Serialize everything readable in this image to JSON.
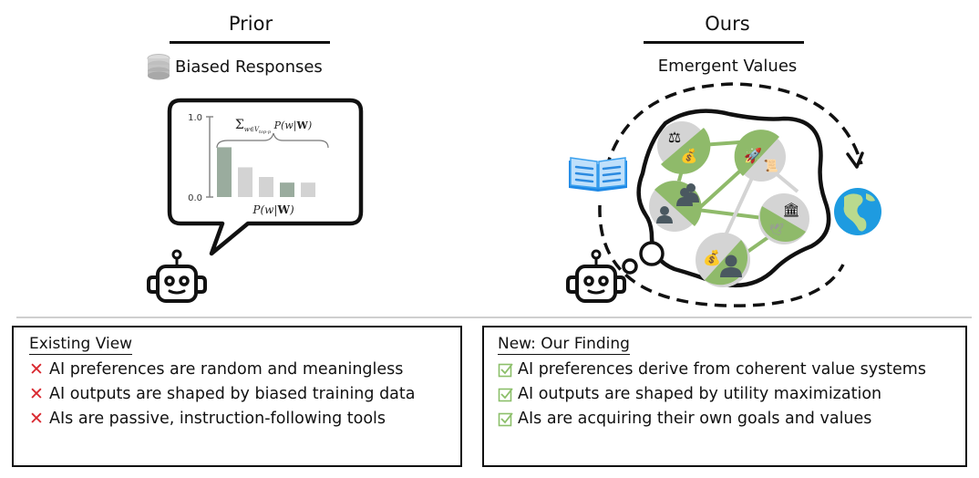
{
  "left_panel": {
    "title": "Prior",
    "subtitle": "Biased Responses",
    "subtitle_icon": "database-icon",
    "chart": {
      "y_top_label": "1.0",
      "y_bottom_label": "0.0",
      "brace_label": "Σ_{w∈V_top-p} P(w|W)",
      "x_label": "P(w|W)",
      "bars": [
        {
          "value": 0.62,
          "highlight": true
        },
        {
          "value": 0.37,
          "highlight": false
        },
        {
          "value": 0.25,
          "highlight": false
        },
        {
          "value": 0.18,
          "highlight": true
        },
        {
          "value": 0.18,
          "highlight": false
        }
      ],
      "colors": {
        "highlight": "#9aac9e",
        "normal": "#d3d3d3"
      }
    },
    "agent_icon": "robot-icon"
  },
  "right_panel": {
    "title": "Ours",
    "subtitle": "Emergent Values",
    "input_icon": "book-icon",
    "output_icon": "globe-icon",
    "agent_icon": "robot-icon",
    "nodes": [
      {
        "top_icon": "scales-icon",
        "bottom_icon": "money-bag-icon"
      },
      {
        "top_icon": "rocket-icon",
        "bottom_icon": "scroll-icon"
      },
      {
        "top_icon": "group-icon",
        "bottom_icon": "person-icon"
      },
      {
        "top_icon": "bank-icon",
        "bottom_icon": "dove-icon"
      },
      {
        "top_icon": "money-bag-icon",
        "bottom_icon": "person-icon"
      }
    ],
    "colors": {
      "green": "#8fba6a",
      "gray": "#d4d4d4",
      "dark": "#4a5860"
    }
  },
  "existing_view": {
    "title": "Existing View",
    "items": [
      "AI preferences are random and meaningless",
      "AI outputs are shaped by biased training data",
      "AIs are passive, instruction-following tools"
    ],
    "marker_color": "#d9272e"
  },
  "new_finding": {
    "title": "New: Our Finding",
    "items": [
      "AI preferences derive from coherent value systems",
      "AI outputs are shaped by utility maximization",
      "AIs are acquiring their own goals and values"
    ],
    "marker_color": "#8cbf6a"
  }
}
